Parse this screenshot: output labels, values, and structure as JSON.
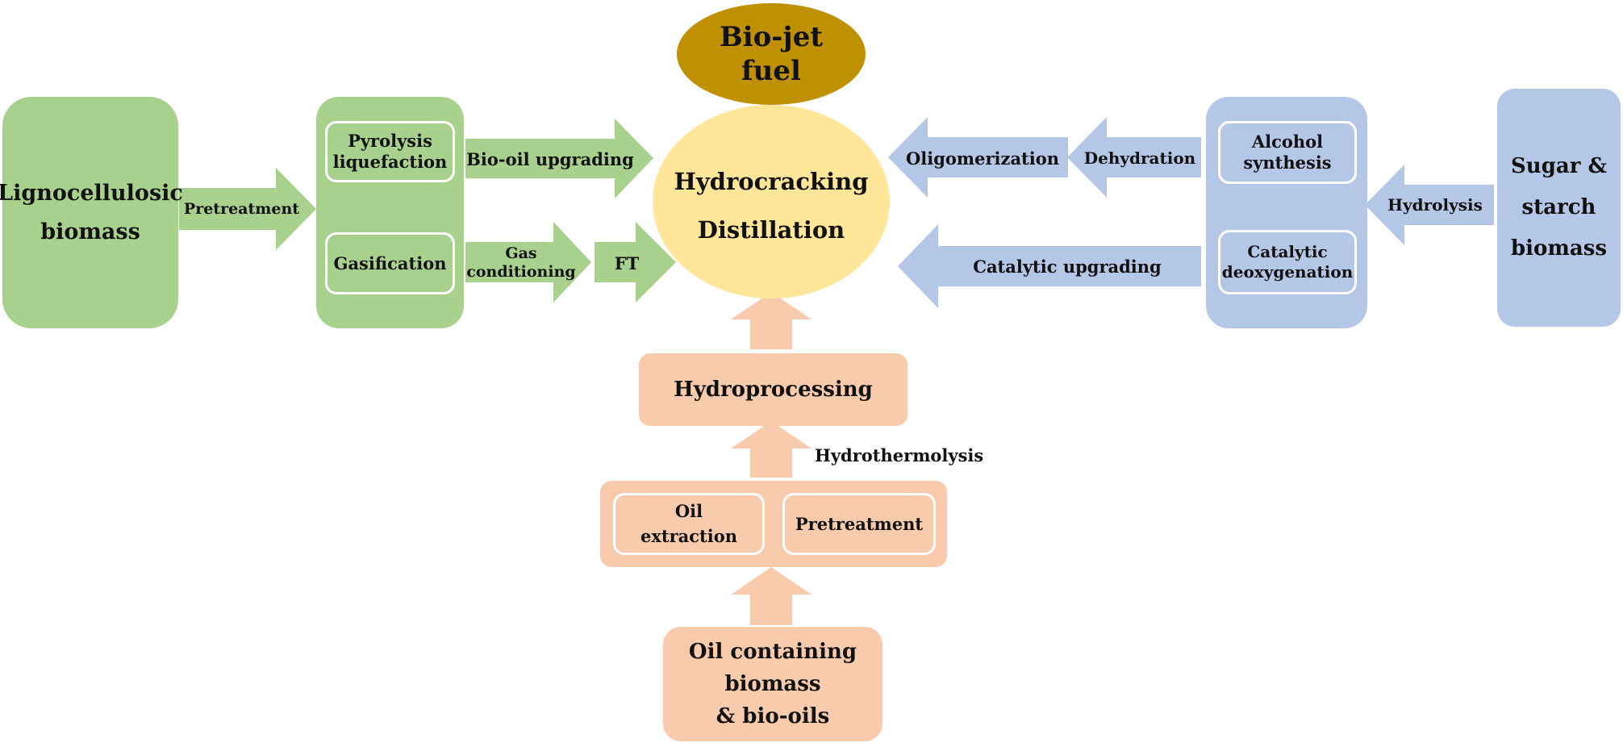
{
  "nodes": {
    "lignocellulosic": "Lignocellulosic\nbiomass",
    "pyrolysis": "Pyrolysis\nliquefaction",
    "gasification": "Gasification",
    "center_line1": "Hydrocracking",
    "center_line2": "Distillation",
    "biojet": "Bio-jet\nfuel",
    "alcohol": "Alcohol\nsynthesis",
    "catalytic_deox": "Catalytic\ndeoxygenation",
    "sugar": "Sugar &\nstarch\nbiomass",
    "hydroprocessing": "Hydroprocessing",
    "oil_extraction": "Oil\nextraction",
    "pretreatment_bottom": "Pretreatment",
    "oil_biomass": "Oil containing\nbiomass\n& bio-oils"
  },
  "arrows": {
    "pretreatment": "Pretreatment",
    "biooil_upgrading": "Bio-oil upgrading",
    "gas_conditioning": "Gas\nconditioning",
    "ft": "FT",
    "oligomerization": "Oligomerization",
    "dehydration": "Dehydration",
    "hydrolysis": "Hydrolysis",
    "catalytic_upgrading": "Catalytic upgrading",
    "hydrothermolysis": "Hydrothermolysis"
  },
  "colors": {
    "green": "#a9d18e",
    "blue": "#b4c7e7",
    "peach": "#f8cbad",
    "yellow": "#ffe699",
    "gold": "#bf9000"
  }
}
